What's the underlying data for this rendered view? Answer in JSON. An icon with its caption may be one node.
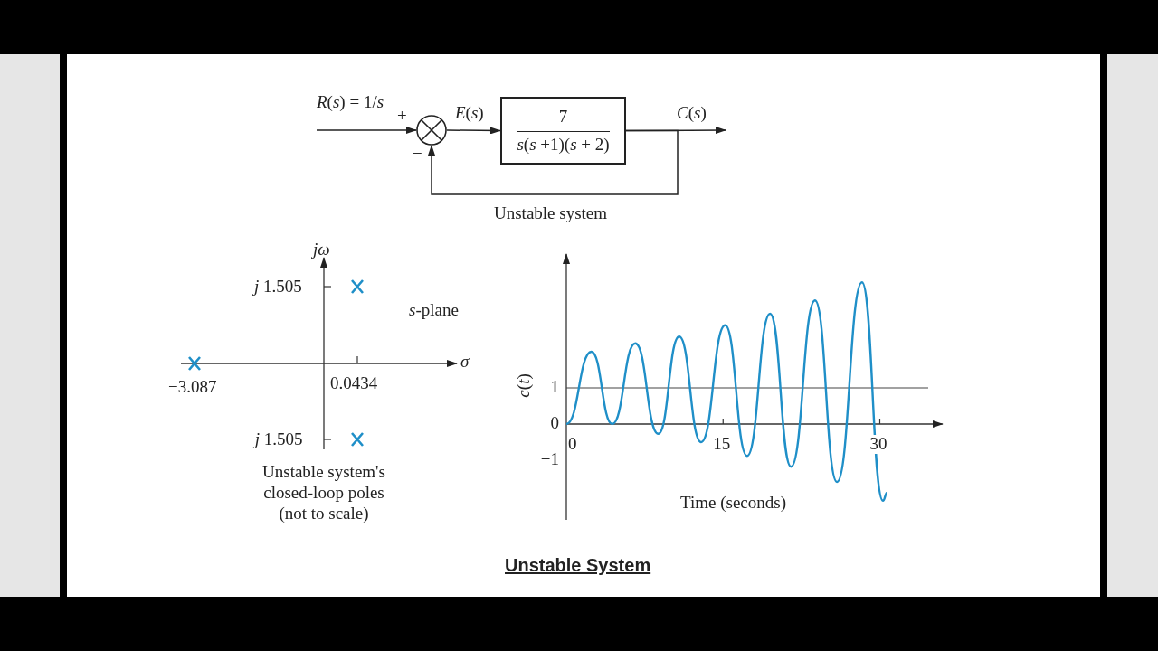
{
  "diagram": {
    "title": "Unstable System",
    "nodes": [
      {
        "text": [],
        "shape": "circle"
      },
      {
        "text": [
          "7",
          "*s*(*s* +1)(*s* + 2)"
        ]
      }
    ],
    "edges": [
      {
        "from": null,
        "to": 0,
        "arrow": "to",
        "label": "*R*(*s*) = 1/*s*"
      },
      {
        "from": 0,
        "to": 1,
        "arrow": "to",
        "label": "*E*(*s*)"
      },
      {
        "from": 1,
        "to": null,
        "arrow": "to",
        "label": "*C*(*s*)"
      },
      {
        "from": 1,
        "to": 0,
        "arrow": "to"
      }
    ],
    "labels": [
      "+",
      "−",
      "Unstable system",
      "*jω*",
      "*j* 1.505",
      "*s*-plane",
      "*σ*",
      "−3.087",
      "0.0434",
      "−*j* 1.505",
      "Unstable system's closed-loop poles (not to scale)"
    ],
    "chart_data": {
      "type": "line",
      "xlabel": "Time (seconds)",
      "ylabel": "*c*(*t*)",
      "x": [
        0,
        2.4,
        4.4,
        6.6,
        8.8,
        10.8,
        12.9,
        15.2,
        17.3,
        19.5,
        21.5,
        23.8,
        25.9,
        28.3,
        30.3,
        30.7
      ],
      "series": [
        {
          "color": "#1f8fc8",
          "values": [
            0,
            2.0,
            0.0,
            2.23,
            -0.27,
            2.42,
            -0.5,
            2.73,
            -0.88,
            3.05,
            -1.18,
            3.42,
            -1.6,
            3.92,
            -2.12,
            -1.9
          ]
        }
      ],
      "xlim": [
        0,
        36
      ],
      "ylim": [
        -2.65,
        4.7
      ],
      "xticks": [
        0,
        15,
        30
      ],
      "yticks": [
        {
          "value": -1,
          "label": "−1"
        },
        0,
        1
      ],
      "ref_lines": [
        {
          "axis": "y",
          "value": 1
        }
      ]
    }
  }
}
